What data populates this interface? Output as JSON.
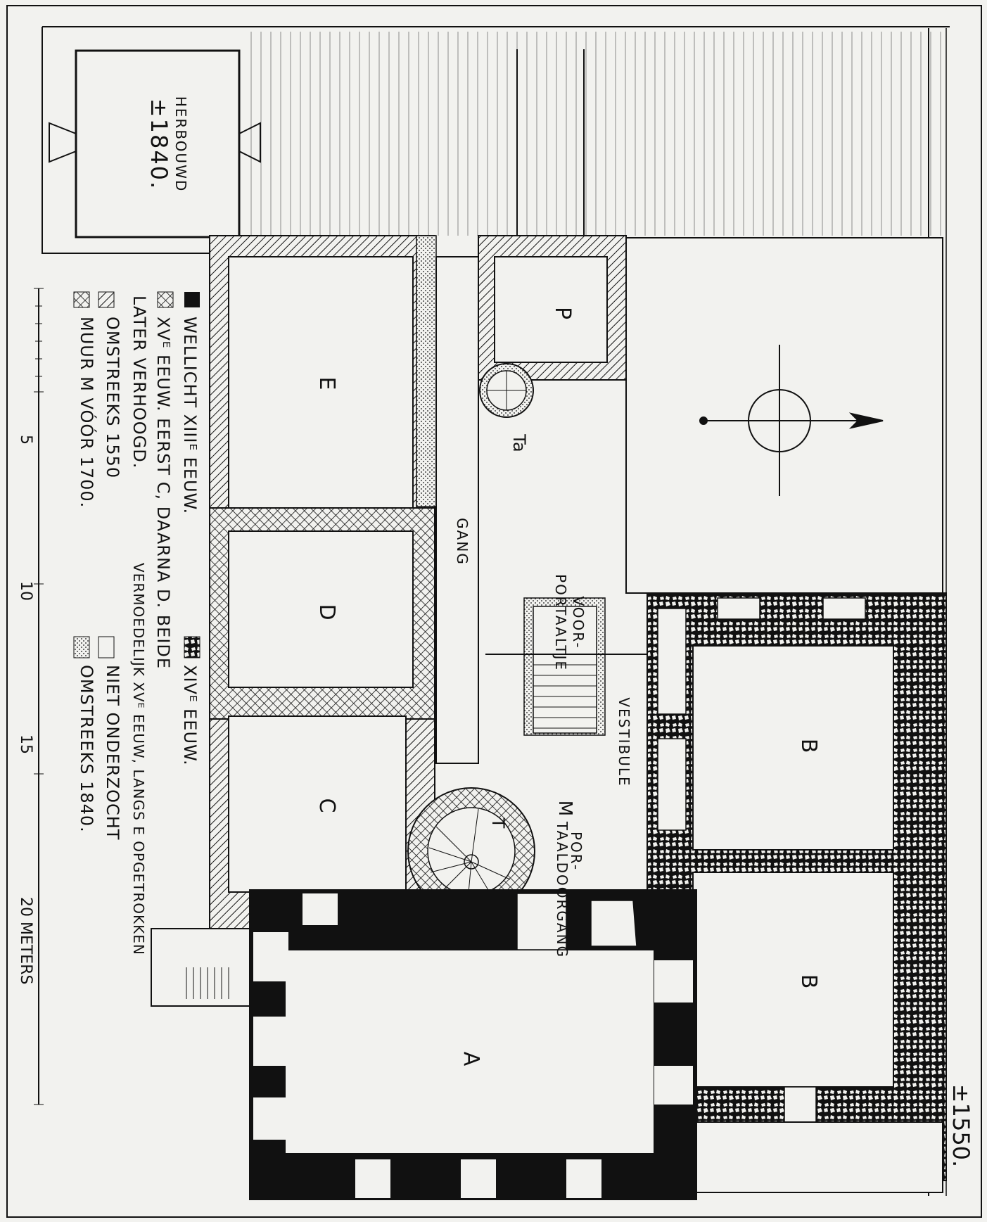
{
  "plan": {
    "rooms": {
      "a": "A",
      "b1": "B",
      "b2": "B",
      "c": "C",
      "d": "D",
      "e": "E",
      "p": "P",
      "t": "T",
      "ta": "Ta"
    },
    "labels": {
      "gang": "GANG",
      "voorportaaltje_1": "VOOR-",
      "voorportaaltje_2": "PORTAALTJE",
      "vestibule": "VESTIBULE",
      "m": "M",
      "poortaaldoorgang_1": "POR-",
      "poortaaldoorgang_2": "TAALDOORGANG"
    },
    "herbouwd": {
      "line1": "HERBOUWD",
      "line2": "±1840."
    },
    "date_corner": "±1550."
  },
  "legend": {
    "items": [
      {
        "pattern": "solid-black",
        "text": "WELLICHT XIIIᴱ EEUW."
      },
      {
        "pattern": "crosshatch",
        "text": "XVᴱ EEUW. EERST C, DAARNA D. BEIDE"
      },
      {
        "pattern": "none",
        "text": "LATER VERHOOGD."
      },
      {
        "pattern": "hatch",
        "text": "OMSTREEKS 1550"
      },
      {
        "pattern": "dense-cross",
        "text": "MUUR M VÓÓR 1700."
      }
    ],
    "col2": [
      {
        "pattern": "stone",
        "text": "XIVᴱ EEUW."
      },
      {
        "pattern": "diagonal",
        "text": "VERMOEDELIJK XVᴱ EEUW, LANGS E OPGETROKKEN"
      },
      {
        "pattern": "empty",
        "text": "NIET ONDERZOCHT"
      },
      {
        "pattern": "dotted",
        "text": "OMSTREEKS 1840."
      }
    ]
  },
  "scale": {
    "ticks": [
      "5",
      "10",
      "15",
      "20 METERS"
    ],
    "values_m": [
      5,
      10,
      15,
      20
    ]
  },
  "north_arrow": {
    "icon": "north-arrow-icon"
  },
  "colors": {
    "ink": "#111111",
    "paper": "#f2f2ef"
  }
}
